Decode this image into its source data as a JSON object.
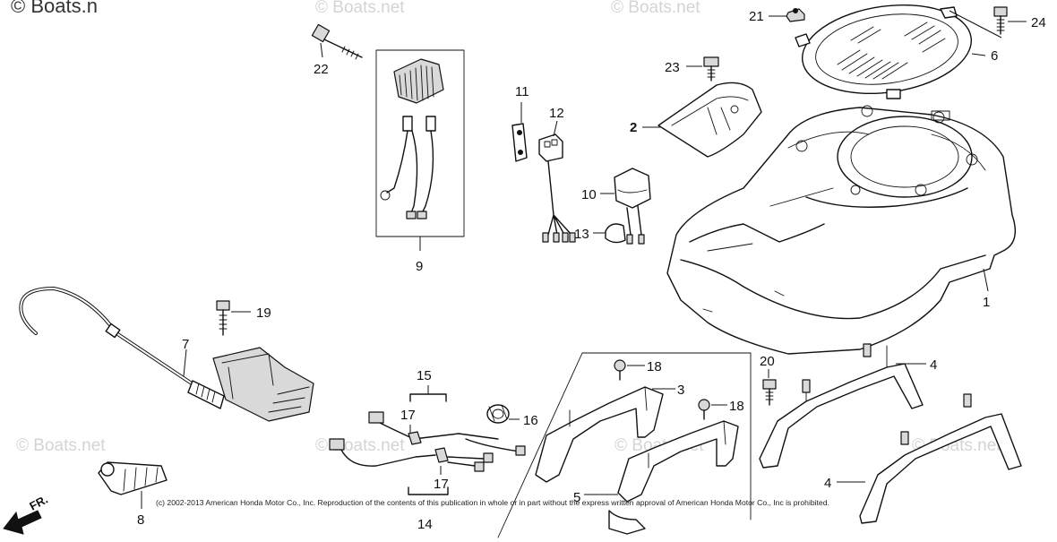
{
  "watermark": {
    "top_left": "© Boats.n",
    "repeat": "© Boats.net"
  },
  "direction_marker": "FR.",
  "copyright": "(c) 2002-2013 American Honda Motor Co., Inc. Reproduction of the contents of this publication in whole or in part without the express written approval of American Honda Motor Co., Inc is prohibited.",
  "callouts": {
    "c1": "1",
    "c2": "2",
    "c3": "3",
    "c4a": "4",
    "c4b": "4",
    "c5": "5",
    "c6": "6",
    "c7": "7",
    "c8": "8",
    "c9": "9",
    "c10": "10",
    "c11": "11",
    "c12": "12",
    "c13": "13",
    "c14": "14",
    "c15": "15",
    "c16": "16",
    "c17a": "17",
    "c17b": "17",
    "c18a": "18",
    "c18b": "18",
    "c19": "19",
    "c20": "20",
    "c21": "21",
    "c22": "22",
    "c23": "23",
    "c24": "24"
  }
}
